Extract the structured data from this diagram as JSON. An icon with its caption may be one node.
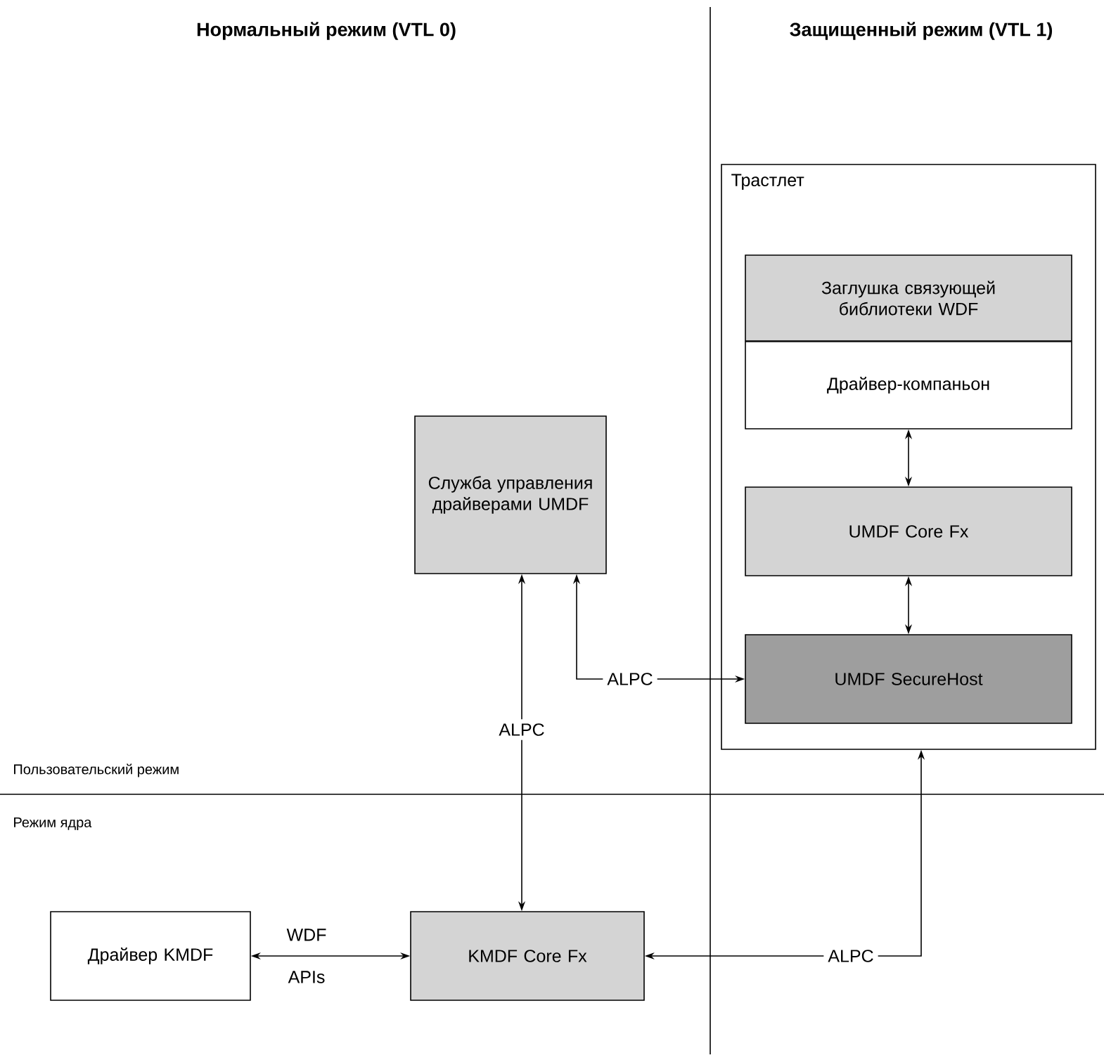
{
  "diagram": {
    "nodes": [
      {
        "text": [
          "Трастлет"
        ]
      },
      {
        "text": [
          "Заглушка связующей библиотеки WDF"
        ],
        "in": 0
      },
      {
        "text": [
          "Драйвер-компаньон"
        ],
        "in": 0
      },
      {
        "text": [
          "UMDF Core Fx"
        ],
        "in": 0
      },
      {
        "text": [
          "UMDF SecureHost"
        ],
        "in": 0
      },
      {
        "text": [
          "Служба управления драйверами UMDF"
        ]
      },
      {
        "text": [
          "Драйвер KMDF"
        ]
      },
      {
        "text": [
          "KMDF Core Fx"
        ]
      }
    ],
    "edges": [
      {
        "from": 2,
        "to": 3,
        "arrow": "both"
      },
      {
        "from": 3,
        "to": 4,
        "arrow": "both"
      },
      {
        "from": 5,
        "to": 7,
        "arrow": "both",
        "label": "ALPC"
      },
      {
        "from": 5,
        "to": 4,
        "arrow": "both",
        "label": "ALPC"
      },
      {
        "from": 7,
        "to": 0,
        "arrow": "both",
        "label": "ALPC"
      },
      {
        "from": 6,
        "to": 7,
        "arrow": "both",
        "label": "WDF APIs"
      }
    ],
    "labels": [
      "Нормальный режим (VTL 0)",
      "Защищенный режим (VTL 1)",
      "Пользовательский режим",
      "Режим ядра"
    ]
  }
}
